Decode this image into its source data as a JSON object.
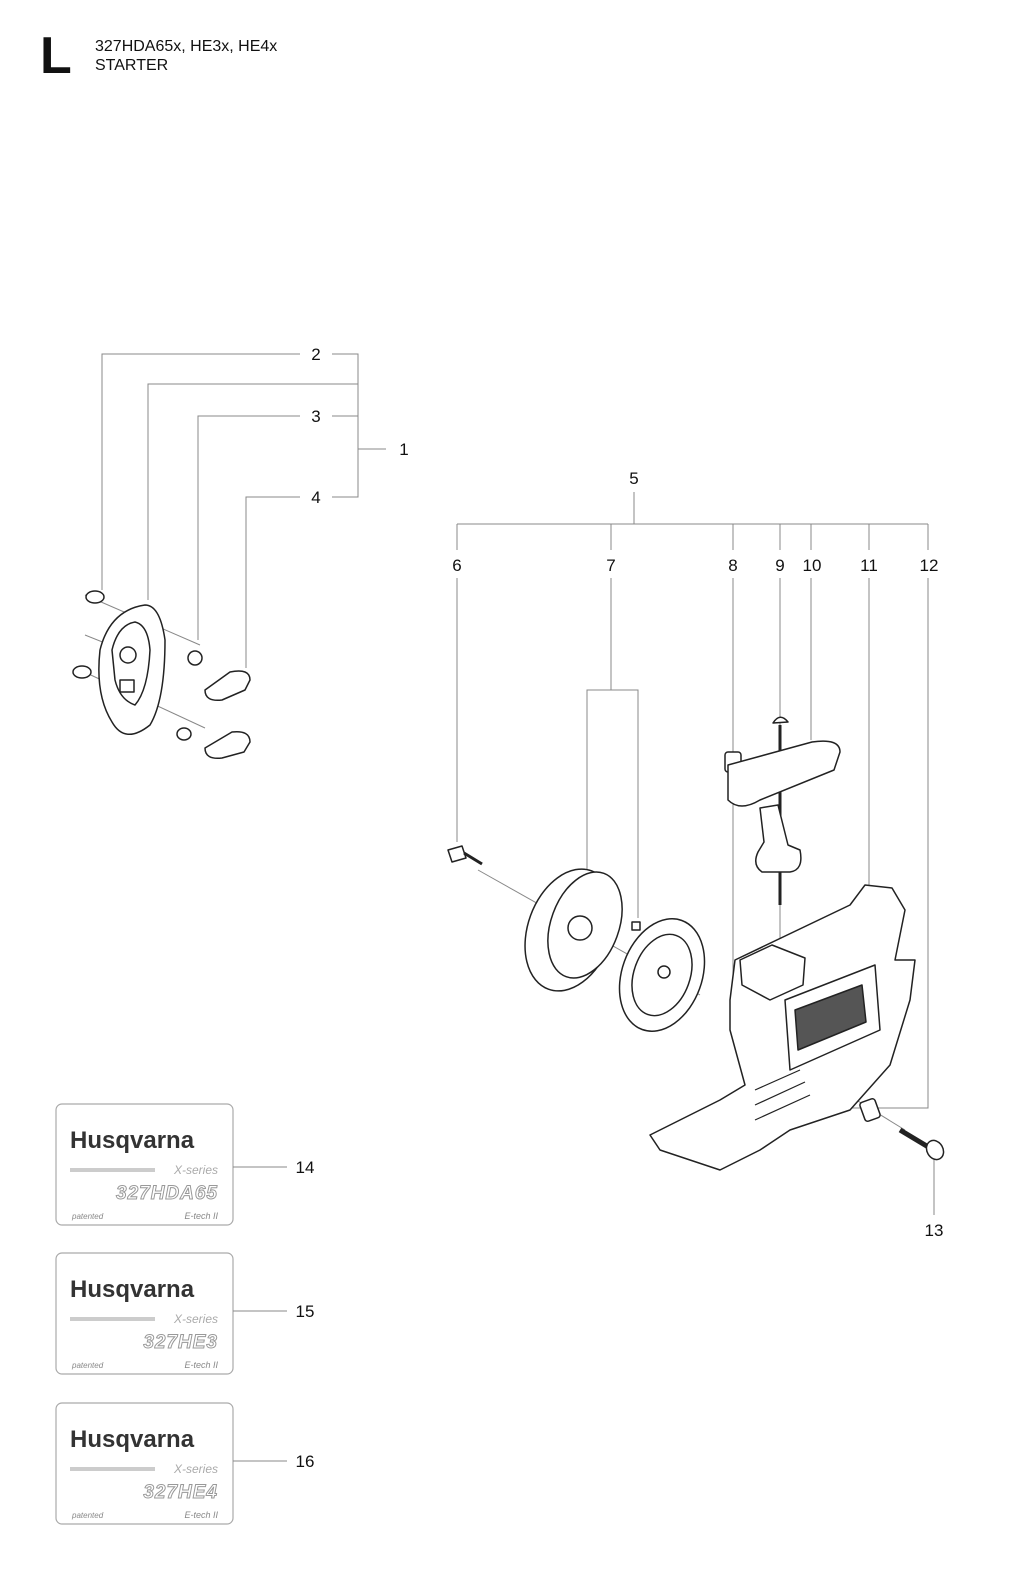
{
  "header": {
    "section_letter": "L",
    "models": "327HDA65x, HE3x, HE4x",
    "title": "STARTER"
  },
  "callouts": {
    "c1": "1",
    "c2": "2",
    "c3": "3",
    "c4": "4",
    "c5": "5",
    "c6": "6",
    "c7": "7",
    "c8": "8",
    "c9": "9",
    "c10": "10",
    "c11": "11",
    "c12": "12",
    "c13": "13",
    "c14": "14",
    "c15": "15",
    "c16": "16"
  },
  "decals": [
    {
      "brand": "Husqvarna",
      "series": "X-series",
      "model": "327HDA65",
      "patent": "patented",
      "tech": "E-tech II"
    },
    {
      "brand": "Husqvarna",
      "series": "X-series",
      "model": "327HE3",
      "patent": "patented",
      "tech": "E-tech II"
    },
    {
      "brand": "Husqvarna",
      "series": "X-series",
      "model": "327HE4",
      "patent": "patented",
      "tech": "E-tech II"
    }
  ]
}
